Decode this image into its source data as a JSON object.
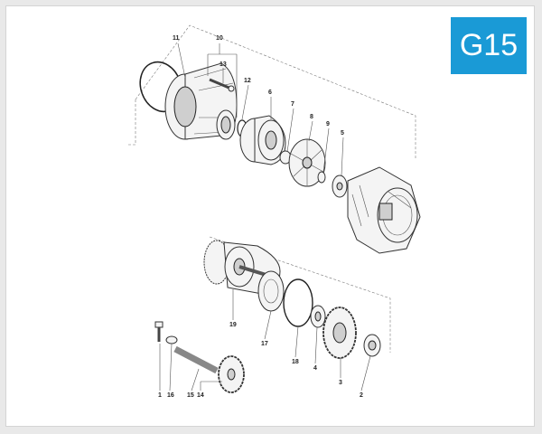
{
  "page_code": "G15",
  "colors": {
    "badge": "#1a9ad6",
    "badge_text": "#ffffff",
    "frame": "#e9e9e9",
    "line": "#333333"
  },
  "labels": {
    "p1": "1",
    "p2": "2",
    "p3": "3",
    "p4": "4",
    "p5": "5",
    "p6": "6",
    "p7": "7",
    "p8": "8",
    "p9": "9",
    "p10": "10",
    "p11": "11",
    "p12": "12",
    "p13": "13",
    "p14": "14",
    "p15": "15",
    "p16": "16",
    "p17": "17",
    "p18": "18",
    "p19": "19"
  }
}
